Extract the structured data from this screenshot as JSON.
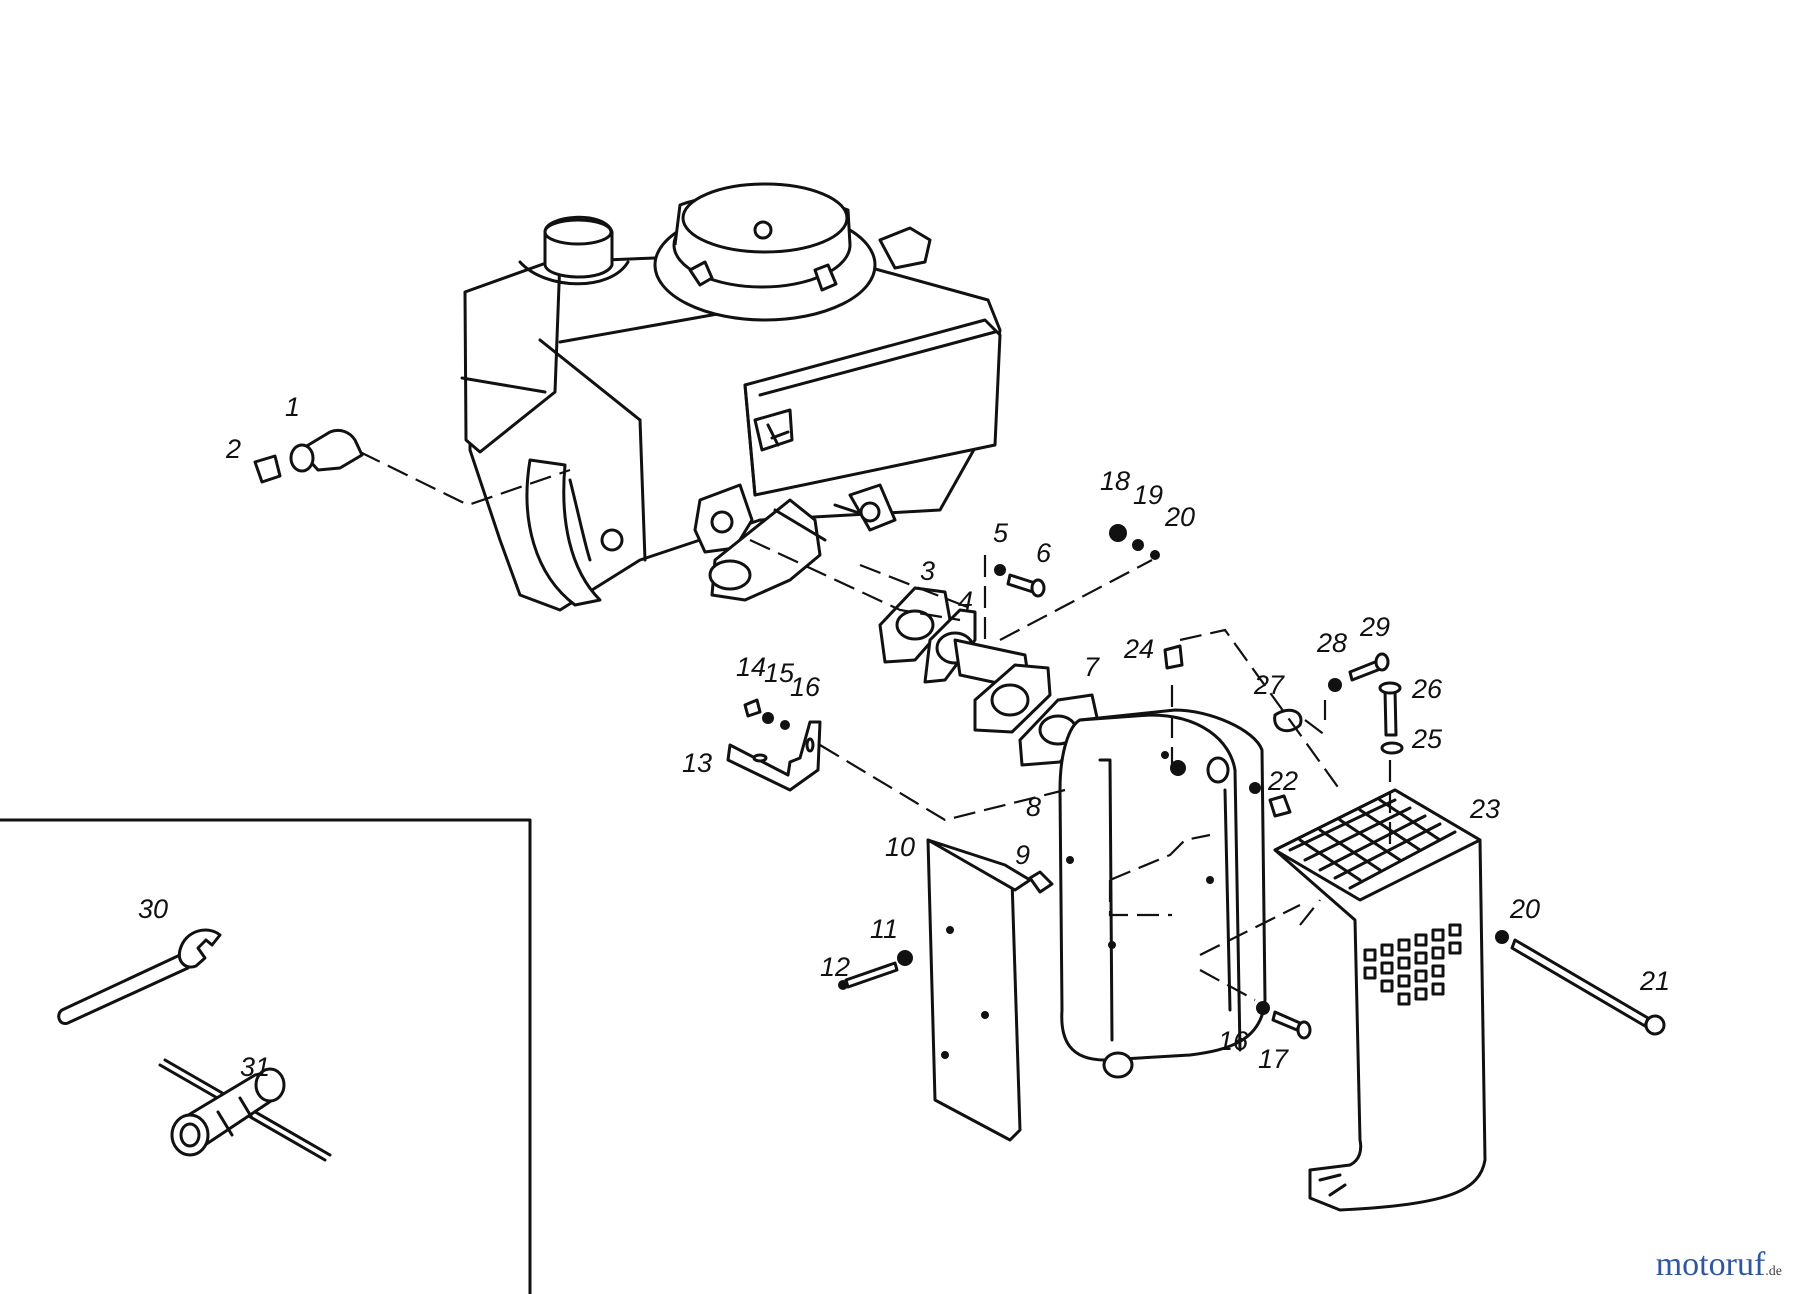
{
  "callouts": [
    "1",
    "2",
    "3",
    "4",
    "5",
    "6",
    "7",
    "8",
    "9",
    "10",
    "11",
    "12",
    "13",
    "14",
    "15",
    "16",
    "16",
    "17",
    "18",
    "19",
    "20",
    "20",
    "21",
    "22",
    "23",
    "24",
    "25",
    "26",
    "27",
    "28",
    "29",
    "30",
    "31"
  ],
  "logo": {
    "main": "motoruf",
    "suffix": ".de"
  },
  "colors": {
    "ink": "#111111",
    "logo_blue": "#2f56a0",
    "logo_orange": "#e0822b"
  }
}
